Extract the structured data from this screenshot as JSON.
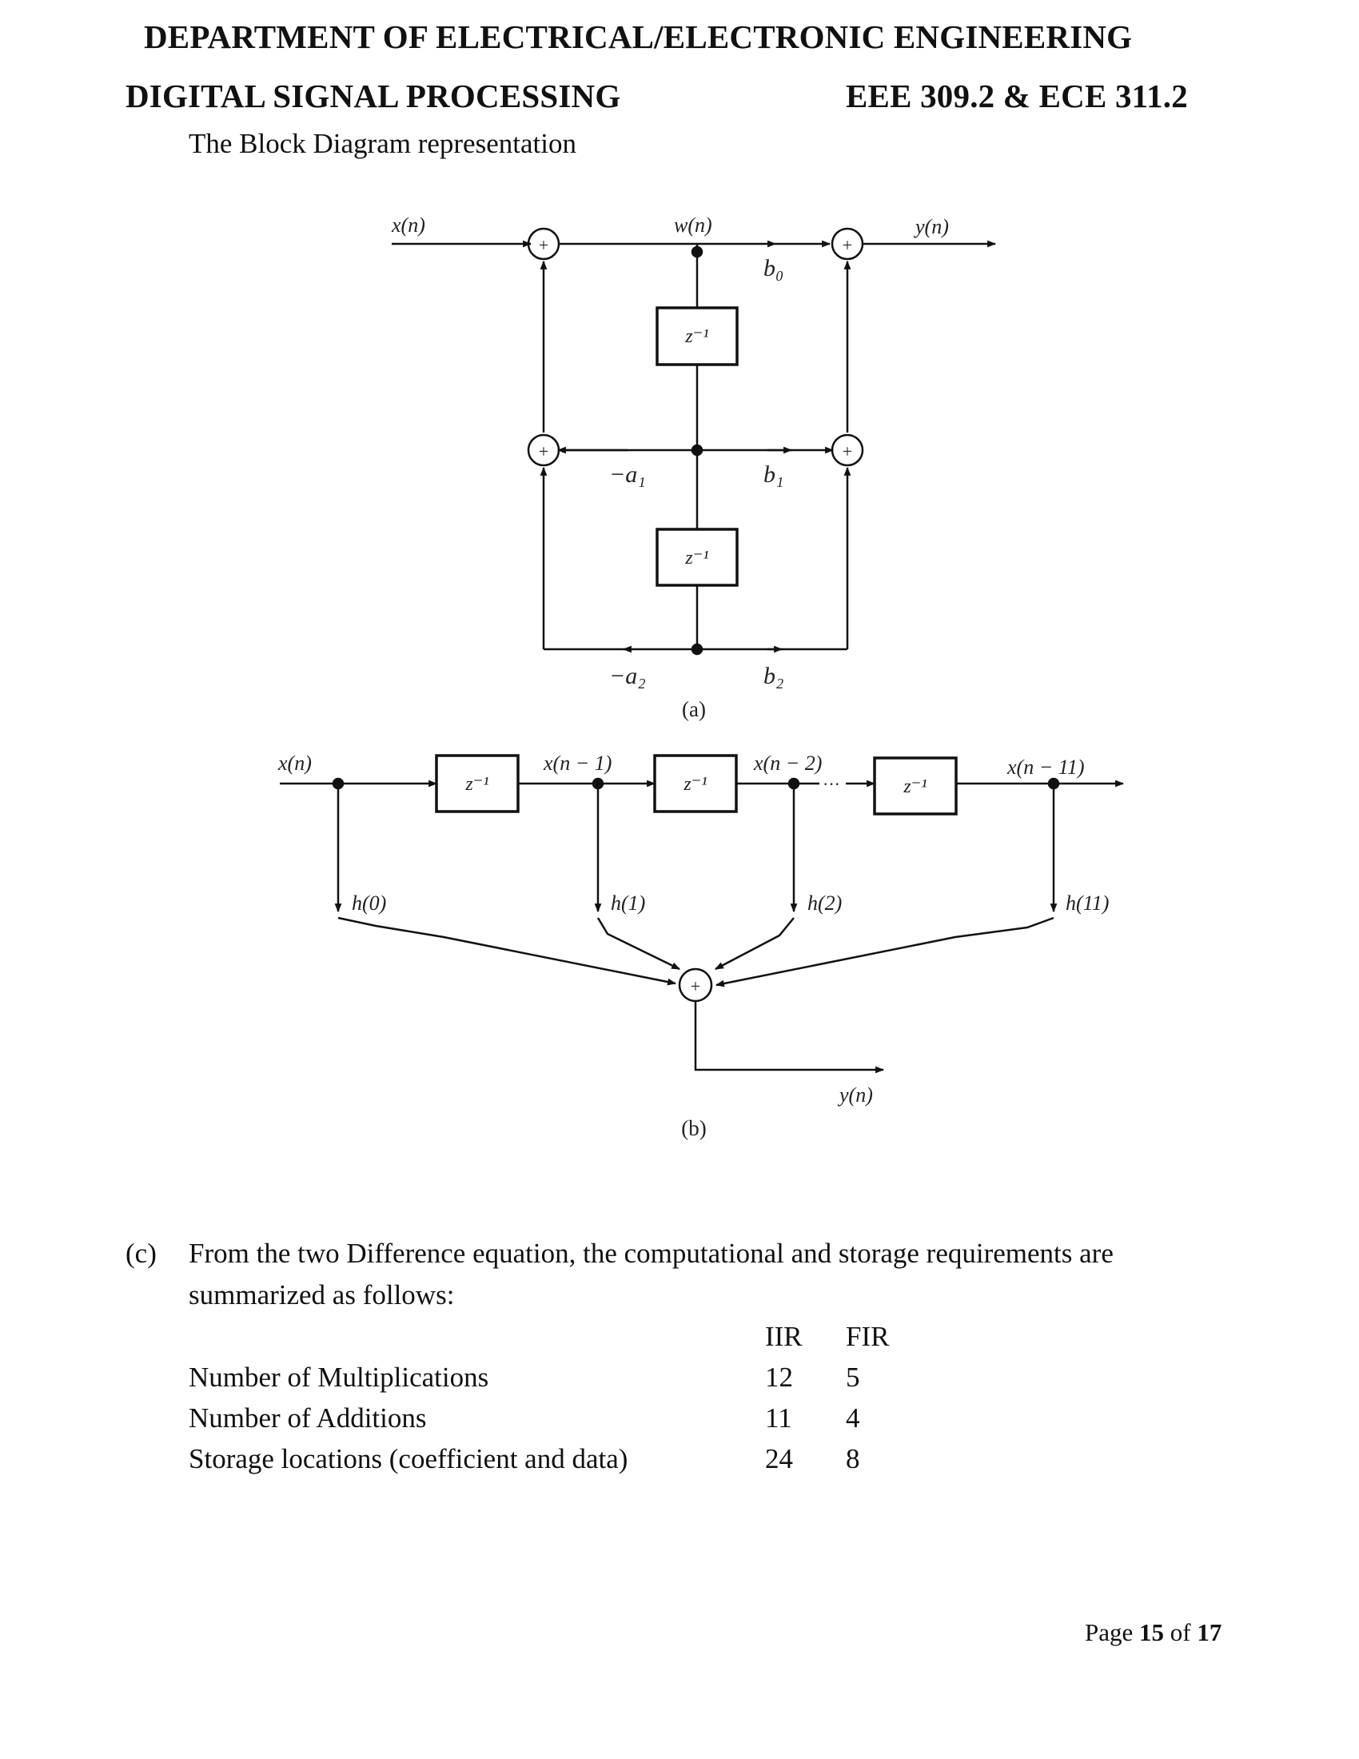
{
  "header": {
    "department": "DEPARTMENT OF ELECTRICAL/ELECTRONIC ENGINEERING",
    "course": "DIGITAL SIGNAL PROCESSING",
    "course_code": "EEE 309.2 & ECE 311.2"
  },
  "intro": "The Block Diagram representation",
  "diagram_a": {
    "input": "x(n)",
    "w_node": "w(n)",
    "output": "y(n)",
    "delay": "z⁻¹",
    "adder": "+",
    "coef_b0": "b₀",
    "coef_b1": "b₁",
    "coef_b2": "b₂",
    "coef_a1": "−a₁",
    "coef_a2": "−a₂",
    "caption": "(a)"
  },
  "diagram_b": {
    "input": "x(n)",
    "x1": "x(n − 1)",
    "x2": "x(n − 2)",
    "x11": "x(n − 11)",
    "dots": "···",
    "delay": "z⁻¹",
    "adder": "+",
    "h0": "h(0)",
    "h1": "h(1)",
    "h2": "h(2)",
    "h11": "h(11)",
    "output": "y(n)",
    "caption": "(b)"
  },
  "section_c": {
    "label": "(c)",
    "line1": "From the two Difference equation, the computational and storage requirements are",
    "line2": "summarized as follows:"
  },
  "table": {
    "col_iir": "IIR",
    "col_fir": "FIR",
    "rows": [
      {
        "label": "Number of Multiplications",
        "iir": "12",
        "fir": "5"
      },
      {
        "label": "Number of Additions",
        "iir": "11",
        "fir": "4"
      },
      {
        "label": "Storage locations (coefficient and data)",
        "iir": "24",
        "fir": "8"
      }
    ]
  },
  "footer": {
    "page_word": "Page",
    "page_num": "15",
    "of_word": "of",
    "page_total": "17"
  }
}
